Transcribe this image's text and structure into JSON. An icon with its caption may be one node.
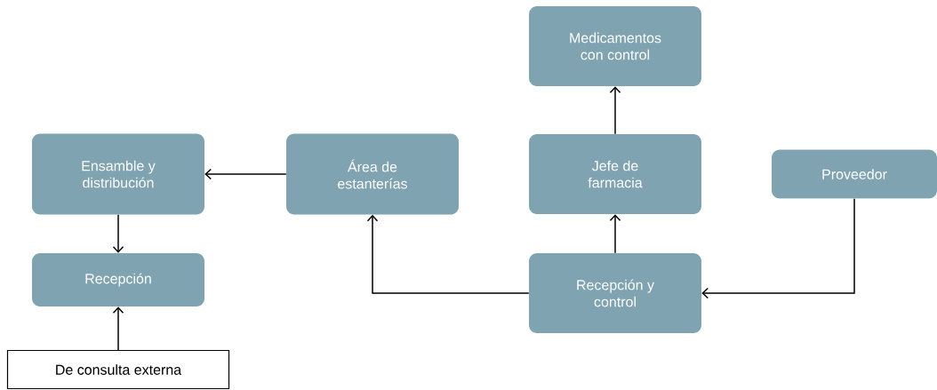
{
  "diagram": {
    "nodes": [
      {
        "text": [
          "Medicamentos con control"
        ]
      },
      {
        "text": [
          "Ensamble y distribución"
        ]
      },
      {
        "text": [
          "Área de estanterías"
        ]
      },
      {
        "text": [
          "Jefe de farmacia"
        ]
      },
      {
        "text": [
          "Proveedor"
        ]
      },
      {
        "text": [
          "Recepción"
        ]
      },
      {
        "text": [
          "Recepción y control"
        ]
      },
      {
        "text": [
          "De consulta externa"
        ]
      }
    ],
    "edges": [
      {
        "from": 3,
        "to": 0,
        "arrow": "to"
      },
      {
        "from": 2,
        "to": 1,
        "arrow": "to"
      },
      {
        "from": 1,
        "to": 5,
        "arrow": "to"
      },
      {
        "from": 6,
        "to": 3,
        "arrow": "to"
      },
      {
        "from": 6,
        "to": 2,
        "arrow": "to"
      },
      {
        "from": 4,
        "to": 6,
        "arrow": "to"
      },
      {
        "from": 7,
        "to": 5,
        "arrow": "to"
      }
    ]
  }
}
